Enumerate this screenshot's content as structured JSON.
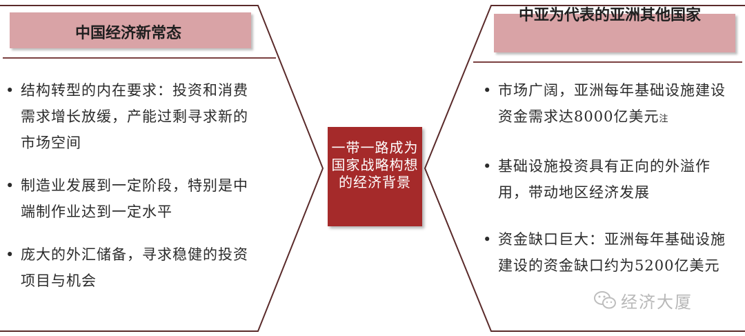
{
  "left_panel": {
    "title": "中国经济新常态",
    "bullets": [
      {
        "marker": "•",
        "text": "结构转型的内在要求：投资和消费需求增长放缓，产能过剩寻求新的市场空间"
      },
      {
        "marker": "•",
        "text": "制造业发展到一定阶段，特别是中端制作业达到一定水平"
      },
      {
        "marker": "•",
        "text": "庞大的外汇储备，寻求稳健的投资项目与机会"
      }
    ]
  },
  "center": {
    "text": "一带一路成为国家战略构想的经济背景"
  },
  "right_panel": {
    "title": "中亚为代表的亚洲其他国家",
    "bullets": [
      {
        "marker": "•",
        "text": "市场广阔，亚洲每年基础设施建设资金需求达8000亿美元",
        "note": "注"
      },
      {
        "marker": "•",
        "text": "基础设施投资具有正向的外溢作用，带动地区经济发展"
      },
      {
        "marker": "•",
        "text": "资金缺口巨大：亚洲每年基础设施建设的资金缺口约为5200亿美元"
      }
    ]
  },
  "watermark": {
    "text": "经济大厦",
    "icon": "wechat-logo-icon"
  },
  "colors": {
    "header_fill": "#d9a3a6",
    "center_fill": "#a52a2a",
    "outline": "#5a2a2a",
    "text": "#2b2b2b"
  }
}
